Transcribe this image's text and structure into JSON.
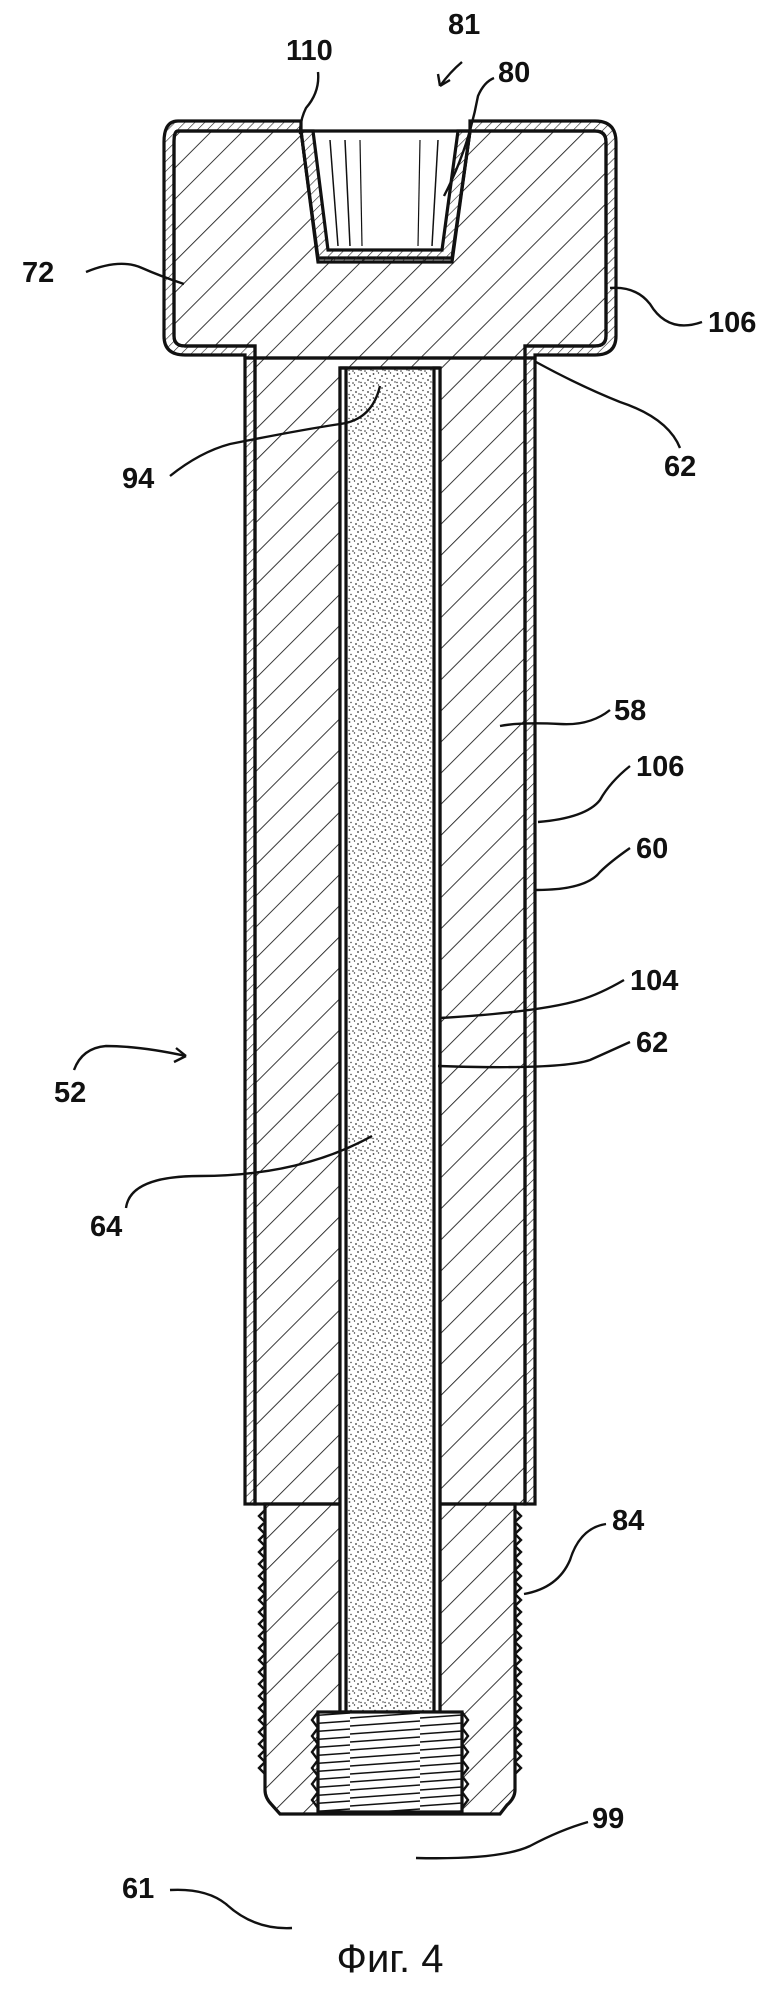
{
  "figure": {
    "caption": "Фиг. 4",
    "refs": {
      "r81": "81",
      "r110": "110",
      "r80": "80",
      "r72": "72",
      "r106_top": "106",
      "r94": "94",
      "r62_top": "62",
      "r58": "58",
      "r106_mid": "106",
      "r60": "60",
      "r104": "104",
      "r62_mid": "62",
      "r52": "52",
      "r64": "64",
      "r84": "84",
      "r99": "99",
      "r61": "61"
    }
  }
}
